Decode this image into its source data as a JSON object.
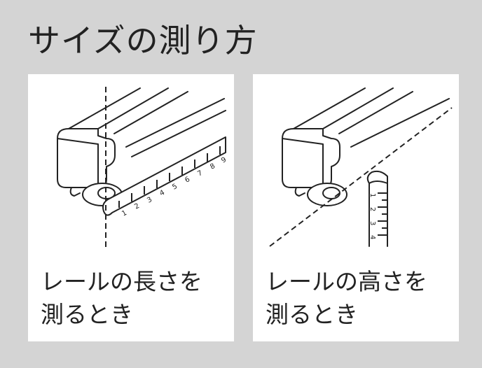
{
  "title": "サイズの測り方",
  "panels": [
    {
      "caption_line1": "レールの長さを",
      "caption_line2": "測るとき",
      "ruler_ticks": [
        "1",
        "2",
        "3",
        "4",
        "5",
        "6",
        "7",
        "8",
        "9"
      ]
    },
    {
      "caption_line1": "レールの高さを",
      "caption_line2": "測るとき",
      "ruler_ticks": [
        "1",
        "2",
        "3",
        "4"
      ]
    }
  ]
}
